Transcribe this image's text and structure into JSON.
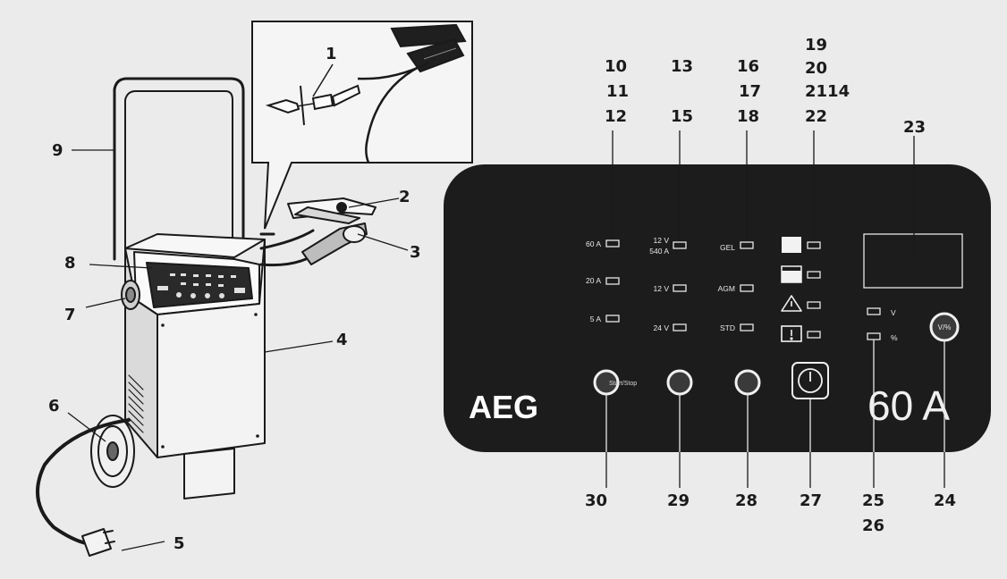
{
  "callouts": [
    "1",
    "2",
    "3",
    "4",
    "5",
    "6",
    "7",
    "8",
    "9",
    "10",
    "11",
    "12",
    "13",
    "15",
    "16",
    "17",
    "18",
    "19",
    "20",
    "2114",
    "22",
    "23",
    "24",
    "25",
    "26",
    "27",
    "28",
    "29",
    "30"
  ],
  "panel": {
    "brand": "AEG",
    "model": "60 A",
    "col1": [
      "60 A",
      "20 A",
      "5 A"
    ],
    "col2_top": [
      "12 V",
      "540 A"
    ],
    "col2": [
      "12 V",
      "24 V"
    ],
    "col3": [
      "GEL",
      "AGM",
      "STD"
    ],
    "readout_v": "V",
    "readout_pct": "%",
    "right_button_glyph": "V/%",
    "left_button_text": "Start/Stop"
  },
  "colors": {
    "panel": "#1c1c1c",
    "panel_text": "#e8e8e8",
    "background": "#ebebeb",
    "line": "#1a1a1a"
  }
}
